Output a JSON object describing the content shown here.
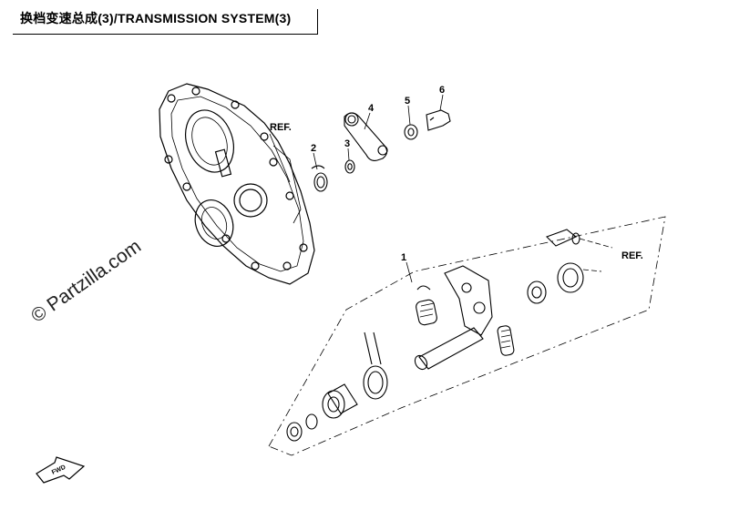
{
  "header": {
    "title": "换档变速总成(3)/TRANSMISSION SYSTEM(3)"
  },
  "callouts": [
    "1",
    "2",
    "3",
    "4",
    "5",
    "6"
  ],
  "references": {
    "ref_top": "REF.",
    "ref_right": "REF."
  },
  "watermark": "© Partzilla.com",
  "fwd_marker": "FWD"
}
